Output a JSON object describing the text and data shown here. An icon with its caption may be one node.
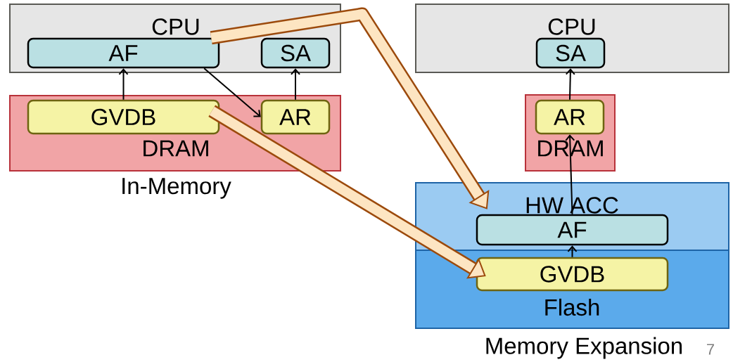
{
  "diagram": {
    "nodes": [
      {
        "text": [
          "CPU"
        ]
      },
      {
        "text": [
          "AF"
        ],
        "in": 0
      },
      {
        "text": [
          "SA"
        ],
        "in": 0
      },
      {
        "text": [
          "DRAM"
        ]
      },
      {
        "text": [
          "GVDB"
        ],
        "in": 3
      },
      {
        "text": [
          "AR"
        ],
        "in": 3
      },
      {
        "text": [
          "CPU"
        ]
      },
      {
        "text": [
          "SA"
        ],
        "in": 6
      },
      {
        "text": [
          "DRAM"
        ]
      },
      {
        "text": [
          "AR"
        ],
        "in": 8
      },
      {
        "text": [
          "HW ACC"
        ]
      },
      {
        "text": [
          "AF"
        ],
        "in": 10
      },
      {
        "text": [
          "Flash"
        ]
      },
      {
        "text": [
          "GVDB"
        ],
        "in": 12
      }
    ],
    "edges": [
      {
        "from": 4,
        "to": 1,
        "arrow": "to"
      },
      {
        "from": 1,
        "to": 5,
        "arrow": "to"
      },
      {
        "from": 5,
        "to": 2,
        "arrow": "to"
      },
      {
        "from": 9,
        "to": 7,
        "arrow": "to"
      },
      {
        "from": 11,
        "to": 9,
        "arrow": "to"
      },
      {
        "from": 13,
        "to": 11,
        "arrow": "to"
      },
      {
        "from": 1,
        "to": 11,
        "arrow": "to",
        "style": "thick",
        "color": "#9c4a0c"
      },
      {
        "from": 4,
        "to": 13,
        "arrow": "to",
        "style": "thick",
        "color": "#9c4a0c"
      }
    ],
    "labels": [
      "In-Memory",
      "Memory Expansion",
      "7"
    ]
  }
}
